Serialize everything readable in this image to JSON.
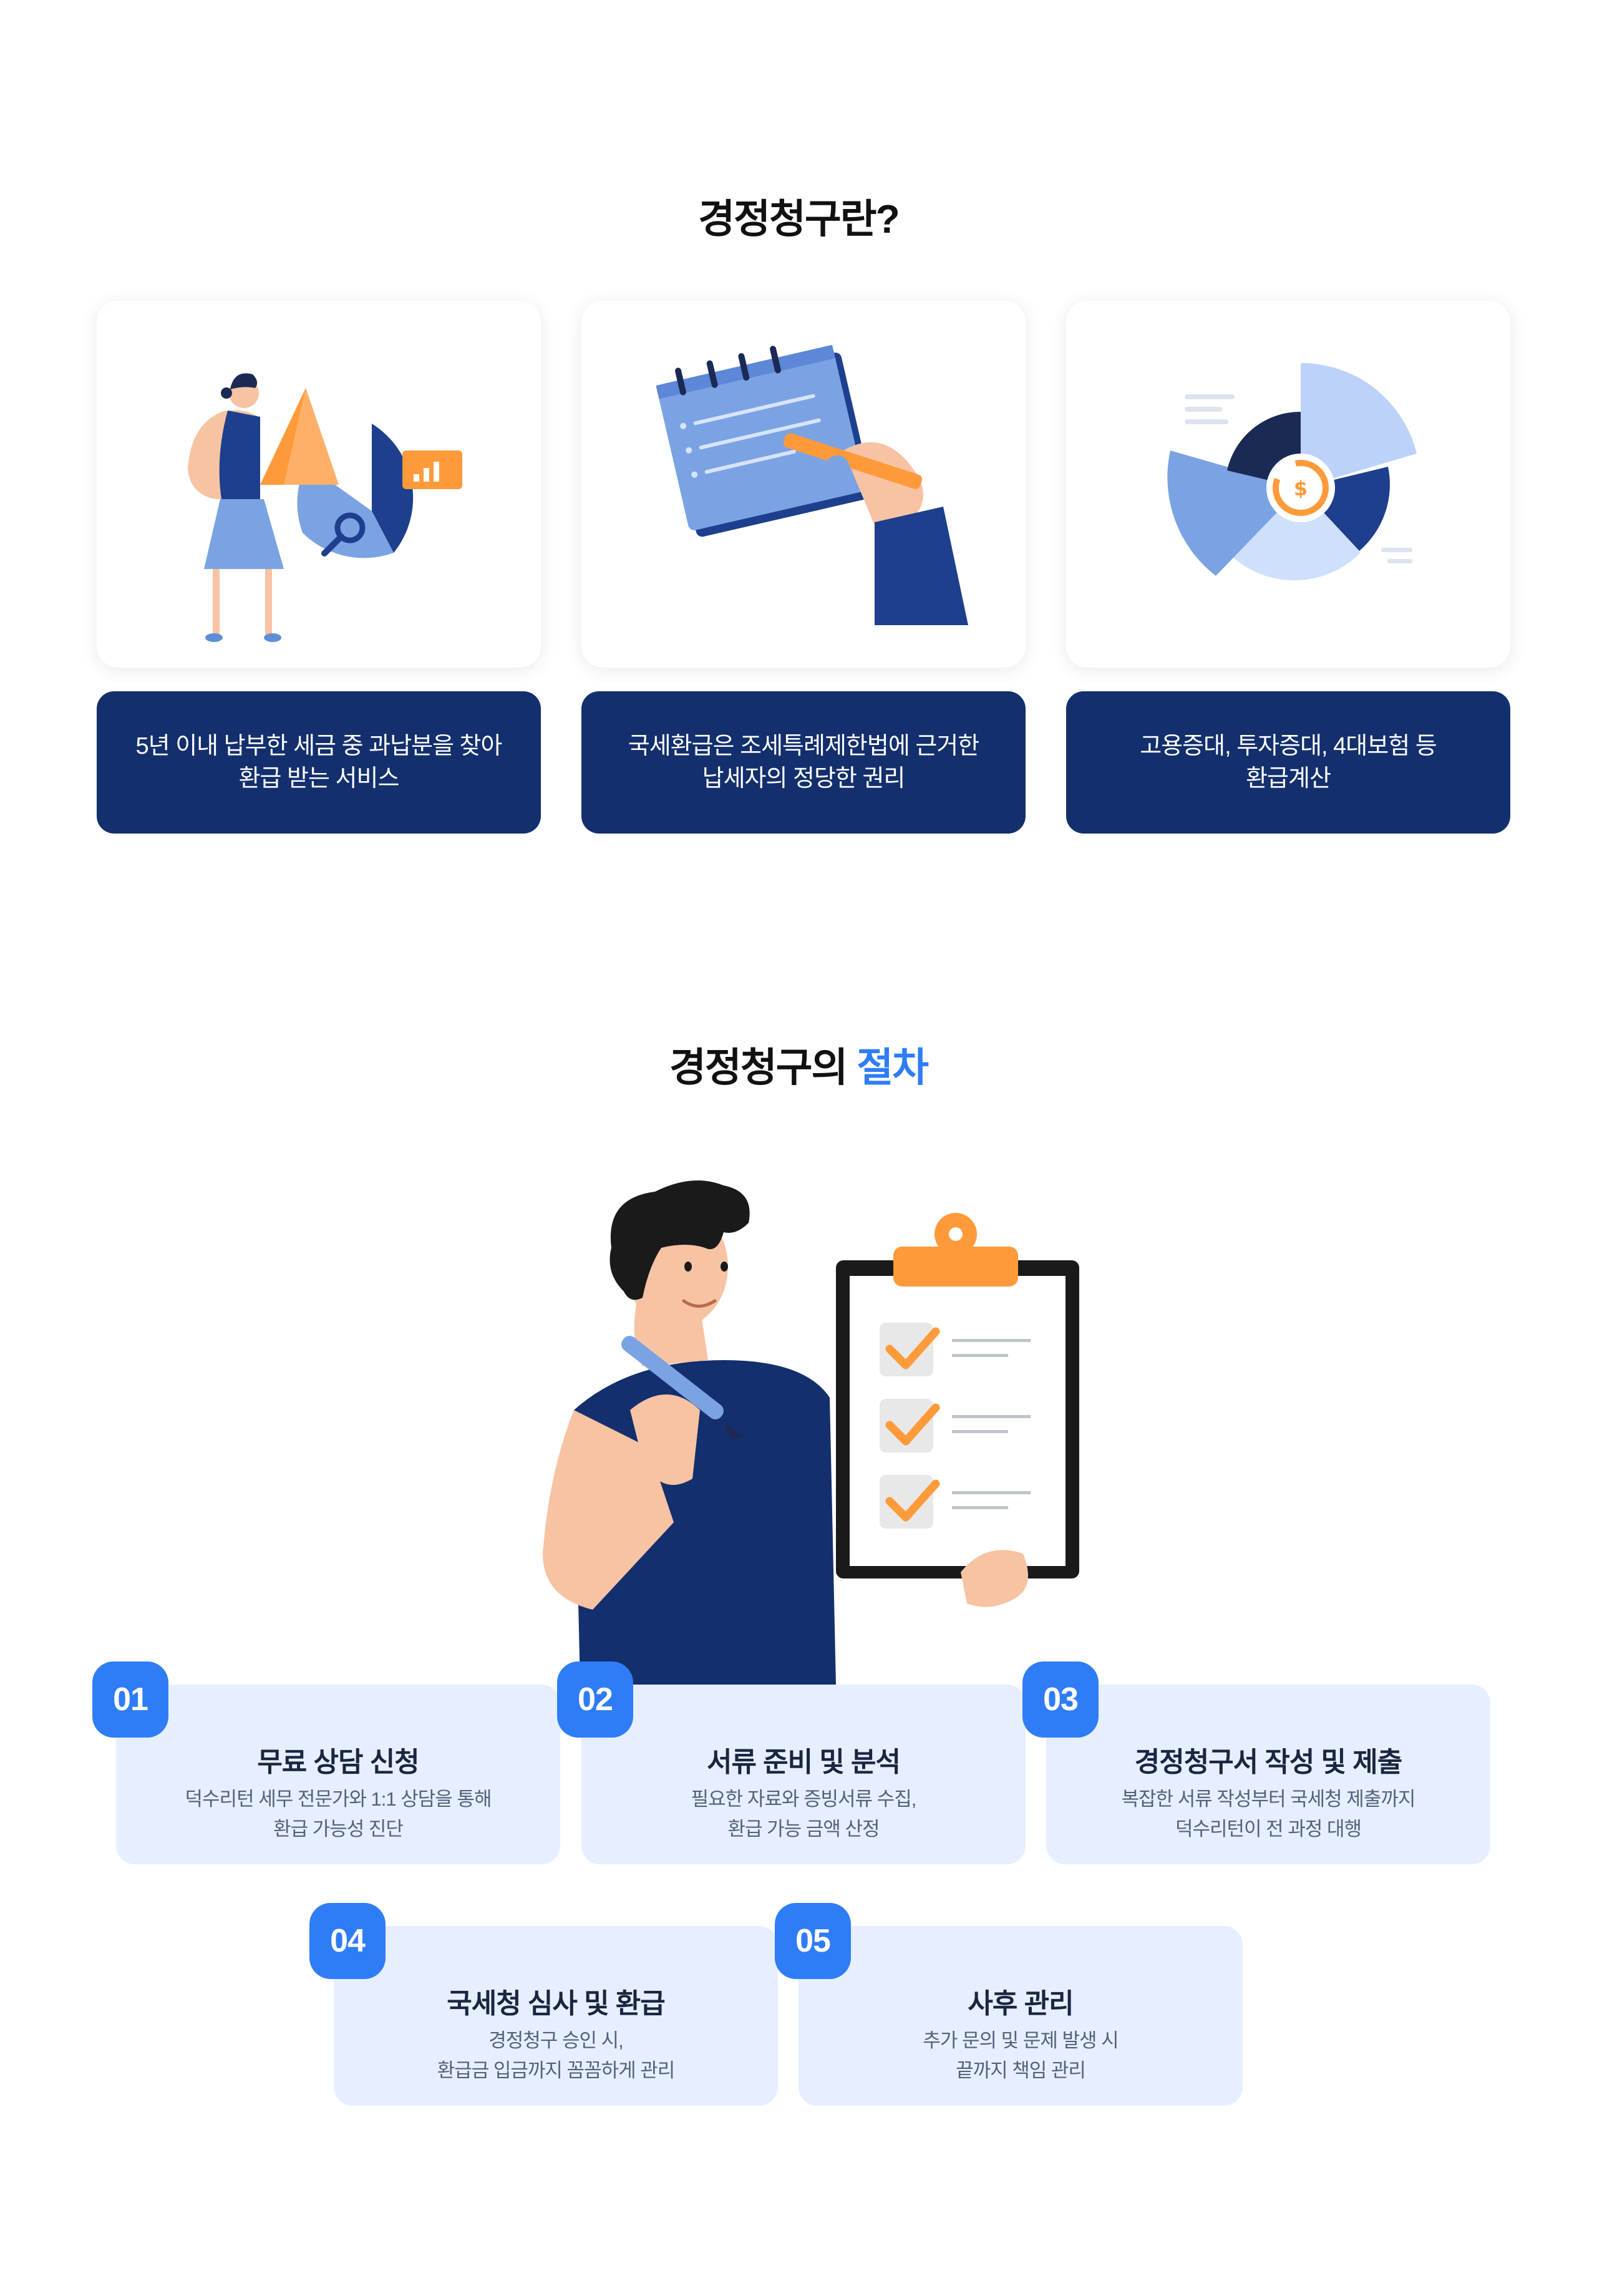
{
  "intro": {
    "title": "경정청구란?",
    "cards": [
      {
        "line1": "5년 이내 납부한 세금 중 과납분을 찾아",
        "line2": "환급 받는 서비스"
      },
      {
        "line1": "국세환급은 조세특례제한법에 근거한",
        "line2": "납세자의 정당한 권리"
      },
      {
        "line1": "고용증대, 투자증대, 4대보험 등",
        "line2": "환급계산"
      }
    ]
  },
  "process": {
    "title_main": "경정청구의",
    "title_accent": "절차",
    "steps": [
      {
        "num": "01",
        "title": "무료 상담 신청",
        "line1": "덕수리턴 세무 전문가와 1:1 상담을 통해",
        "line2": "환급 가능성 진단"
      },
      {
        "num": "02",
        "title": "서류 준비 및 분석",
        "line1": "필요한 자료와 증빙서류 수집,",
        "line2": "환급 가능 금액 산정"
      },
      {
        "num": "03",
        "title": "경정청구서 작성 및 제출",
        "line1": "복잡한 서류 작성부터 국세청 제출까지",
        "line2": "덕수리턴이 전 과정 대행"
      },
      {
        "num": "04",
        "title": "국세청 심사 및 환급",
        "line1": "경정청구 승인 시,",
        "line2": "환급금 입금까지 꼼꼼하게 관리"
      },
      {
        "num": "05",
        "title": "사후 관리",
        "line1": "추가 문의 및 문제 발생 시",
        "line2": "끝까지 책임 관리"
      }
    ]
  },
  "illustrations": {
    "card1": "woman-with-pie-chart-illustration",
    "card2": "hand-writing-notepad-illustration",
    "card3": "pie-chart-dollar-illustration",
    "hero": "man-with-checklist-clipboard-illustration"
  },
  "colors": {
    "navy": "#132f6d",
    "accent_blue": "#2f7df6",
    "step_bg": "#e6efff",
    "orange": "#ff9a3a"
  }
}
